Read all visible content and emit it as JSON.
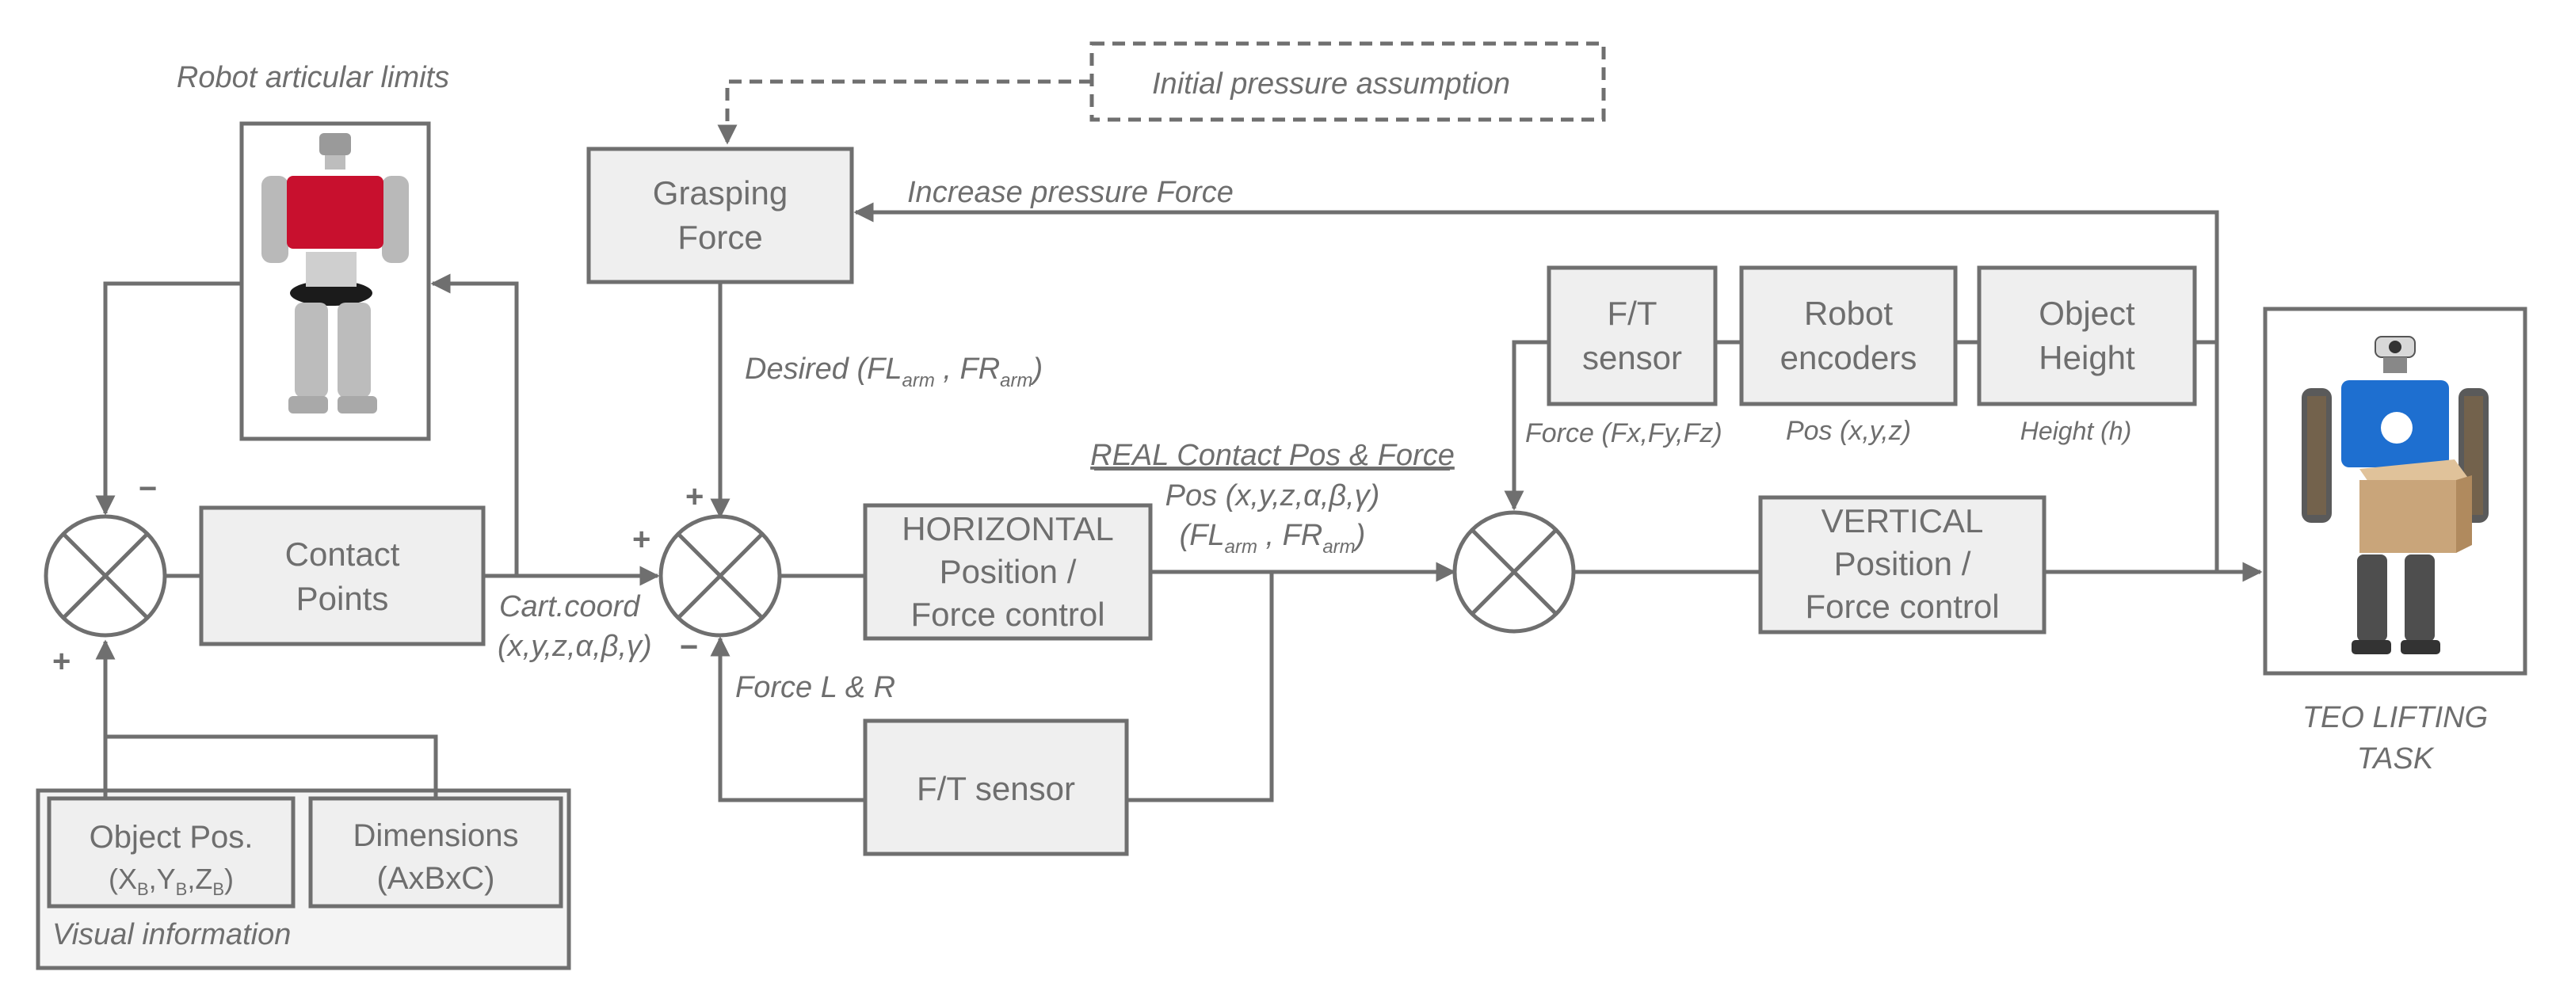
{
  "labels": {
    "robot_limits": "Robot articular limits",
    "initial_pressure": "Initial pressure assumption",
    "increase_pressure": "Increase pressure Force",
    "desired_prefix": "Desired (FL",
    "desired_sub1": "arm",
    "desired_mid": " , FR",
    "desired_sub2": "arm",
    "desired_suffix": ")",
    "cart_coord_1": "Cart.coord",
    "cart_coord_2": "(x,y,z,α,β,γ)",
    "force_lr": "Force L & R",
    "real_contact": "REAL Contact Pos & Force",
    "real_pos": "Pos (x,y,z,α,β,γ)",
    "real_force_prefix": "(FL",
    "real_force_sub1": "arm",
    "real_force_mid": " , FR",
    "real_force_sub2": "arm",
    "real_force_suffix": ")",
    "force_fxyz": "Force (Fx,Fy,Fz)",
    "pos_xyz": "Pos (x,y,z)",
    "height_h": "Height (h)",
    "visual_info": "Visual information",
    "teo_task_1": "TEO LIFTING",
    "teo_task_2": "TASK"
  },
  "blocks": {
    "grasping_1": "Grasping",
    "grasping_2": "Force",
    "contact_1": "Contact",
    "contact_2": "Points",
    "horizontal_1": "HORIZONTAL",
    "horizontal_2": "Position /",
    "horizontal_3": "Force control",
    "ft_sensor_bottom": "F/T sensor",
    "ft_sensor_top_1": "F/T",
    "ft_sensor_top_2": "sensor",
    "encoders_1": "Robot",
    "encoders_2": "encoders",
    "height_1": "Object",
    "height_2": "Height",
    "vertical_1": "VERTICAL",
    "vertical_2": "Position /",
    "vertical_3": "Force control",
    "objpos_1": "Object Pos.",
    "objpos_x": "(X",
    "objpos_xs": "B",
    "objpos_y": ",Y",
    "objpos_ys": "B",
    "objpos_z": ",Z",
    "objpos_zs": "B",
    "objpos_end": ")",
    "dims_1": "Dimensions",
    "dims_2": "(AxBxC)"
  },
  "signs": {
    "s1_minus": "−",
    "s1_plus": "+",
    "s2_plus_top": "+",
    "s2_plus_left": "+",
    "s2_minus": "−"
  },
  "colors": {
    "line": "#6f6f6f",
    "block_fill": "#efefef",
    "text": "#6e6e6e",
    "robot_torso": "#c8102e",
    "robot_torso_teo": "#1e6fd0",
    "box_cardboard": "#c9a57a"
  }
}
